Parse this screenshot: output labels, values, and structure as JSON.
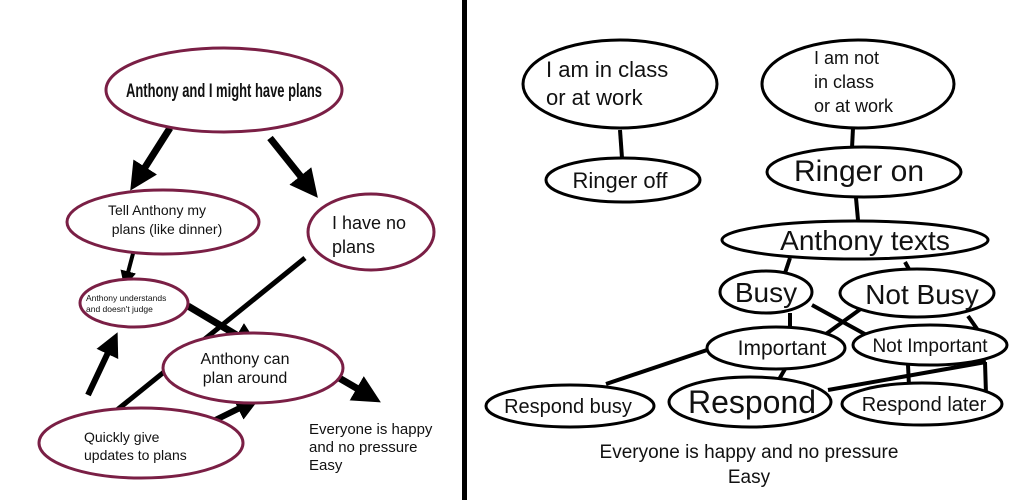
{
  "left_panel": {
    "title": "Anthony and I might have plans",
    "nodes": {
      "tell": [
        "Tell Anthony my",
        "plans (like dinner)"
      ],
      "no_plans": [
        "I have no",
        "plans"
      ],
      "understands": [
        "Anthony understands",
        "and doesn't judge"
      ],
      "plan_around": [
        "Anthony can",
        "plan around"
      ],
      "quick_updates": [
        "Quickly give",
        "updates to plans"
      ]
    },
    "outcome": [
      "Everyone is happy",
      "and no pressure",
      "Easy"
    ]
  },
  "right_panel": {
    "nodes": {
      "in_class": [
        "I am in class",
        "or at work"
      ],
      "not_in_class": [
        "I am not",
        "in class",
        "or at work"
      ],
      "ringer_off": "Ringer off",
      "ringer_on": "Ringer on",
      "anthony_texts": "Anthony texts",
      "busy": "Busy",
      "not_busy": "Not Busy",
      "important": "Important",
      "not_important": "Not Important",
      "respond_busy": "Respond busy",
      "respond": "Respond",
      "respond_later": "Respond later"
    },
    "outcome": [
      "Everyone is happy and no pressure",
      "Easy"
    ]
  },
  "colors": {
    "left_outline": "#7a1f45",
    "right_outline": "#000000",
    "arrow": "#000000"
  }
}
